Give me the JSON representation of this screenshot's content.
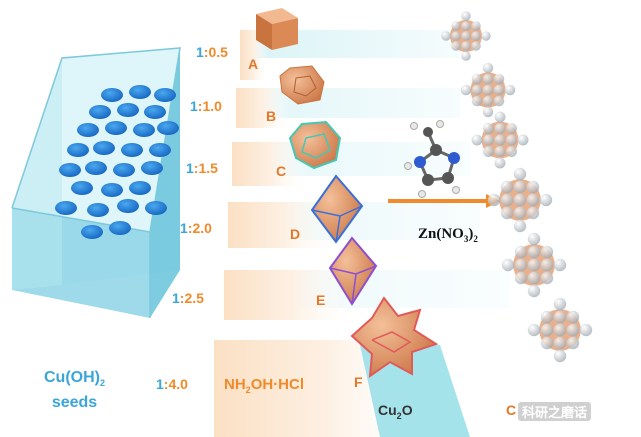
{
  "ratios": [
    {
      "left": "1",
      "sep": ":",
      "right": "0.5"
    },
    {
      "left": "1",
      "sep": ":",
      "right": "1.0"
    },
    {
      "left": "1",
      "sep": ":",
      "right": "1.5"
    },
    {
      "left": "1",
      "sep": ":",
      "right": "2.0"
    },
    {
      "left": "1",
      "sep": ":",
      "right": "2.5"
    },
    {
      "left": "1",
      "sep": ":",
      "right": "4.0"
    }
  ],
  "letters": [
    "A",
    "B",
    "C",
    "D",
    "E",
    "F"
  ],
  "seeds_label": {
    "line1_main": "Cu(OH)",
    "line1_sub": "2",
    "line2": "seeds"
  },
  "reducer_label": {
    "p1": "NH",
    "s1": "2",
    "p2": "OH·HCl"
  },
  "product_label": {
    "main": "Cu",
    "sub": "2",
    "tail": "O"
  },
  "zinc_label": {
    "p1": "Zn(NO",
    "s1": "3",
    "p2": ")",
    "s2": "2"
  },
  "right_label_fragment": "C",
  "watermark": "科研之磨话",
  "colors": {
    "blue_text": "#3aa6d9",
    "orange_text": "#f08a2a",
    "cube": "#d9895a",
    "arrow": "#f08a2a"
  }
}
